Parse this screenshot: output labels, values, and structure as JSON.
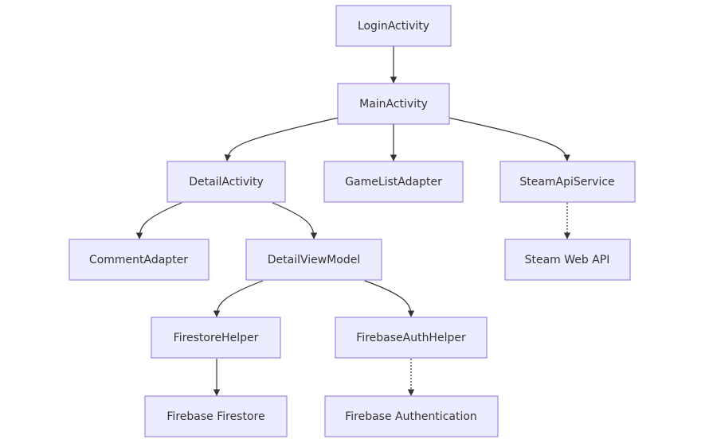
{
  "diagram": {
    "type": "flowchart",
    "direction": "top-down",
    "colors": {
      "node_fill": "#ececff",
      "node_border": "#9370db",
      "edge": "#333333",
      "text": "#333333"
    },
    "nodes": [
      {
        "id": "login",
        "label": "LoginActivity"
      },
      {
        "id": "main",
        "label": "MainActivity"
      },
      {
        "id": "detail",
        "label": "DetailActivity"
      },
      {
        "id": "gamelist",
        "label": "GameListAdapter"
      },
      {
        "id": "steamapi",
        "label": "SteamApiService"
      },
      {
        "id": "comment",
        "label": "CommentAdapter"
      },
      {
        "id": "detailvm",
        "label": "DetailViewModel"
      },
      {
        "id": "steamweb",
        "label": "Steam Web API"
      },
      {
        "id": "firestorehelper",
        "label": "FirestoreHelper"
      },
      {
        "id": "authhelper",
        "label": "FirebaseAuthHelper"
      },
      {
        "id": "firestore",
        "label": "Firebase Firestore"
      },
      {
        "id": "auth",
        "label": "Firebase Authentication"
      }
    ],
    "edges": [
      {
        "from": "login",
        "to": "main",
        "style": "solid"
      },
      {
        "from": "main",
        "to": "detail",
        "style": "solid"
      },
      {
        "from": "main",
        "to": "gamelist",
        "style": "solid"
      },
      {
        "from": "main",
        "to": "steamapi",
        "style": "solid"
      },
      {
        "from": "detail",
        "to": "comment",
        "style": "solid"
      },
      {
        "from": "detail",
        "to": "detailvm",
        "style": "solid"
      },
      {
        "from": "steamapi",
        "to": "steamweb",
        "style": "dashed"
      },
      {
        "from": "detailvm",
        "to": "firestorehelper",
        "style": "solid"
      },
      {
        "from": "detailvm",
        "to": "authhelper",
        "style": "solid"
      },
      {
        "from": "firestorehelper",
        "to": "firestore",
        "style": "solid"
      },
      {
        "from": "authhelper",
        "to": "auth",
        "style": "dashed"
      }
    ]
  }
}
